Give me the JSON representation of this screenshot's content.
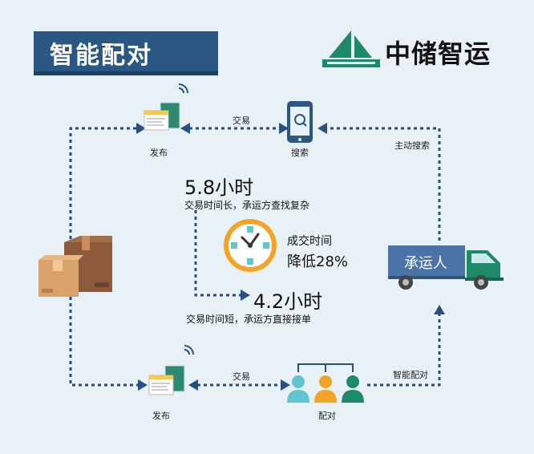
{
  "header": {
    "title": "智能配对",
    "brand": "中储智运"
  },
  "flow_top": {
    "publish": "发布",
    "trade": "交易",
    "search": "搜索",
    "active_search": "主动搜索"
  },
  "flow_bottom": {
    "publish": "发布",
    "trade": "交易",
    "match": "配对",
    "smart_match": "智能配对"
  },
  "center": {
    "before_time": "5.8小时",
    "before_desc": "交易时间长，承运方查找复杂",
    "after_time": "4.2小时",
    "after_desc": "交易时间短，承运方直接接单",
    "reduction_label": "成交时间",
    "reduction_value": "降低28%"
  },
  "truck": {
    "label": "承运人"
  },
  "colors": {
    "banner": "#2a5783",
    "arrow": "#2a4f80",
    "clock_ring": "#f3a426",
    "tile": "#5fc7cf",
    "truck": "#4a74a8"
  }
}
